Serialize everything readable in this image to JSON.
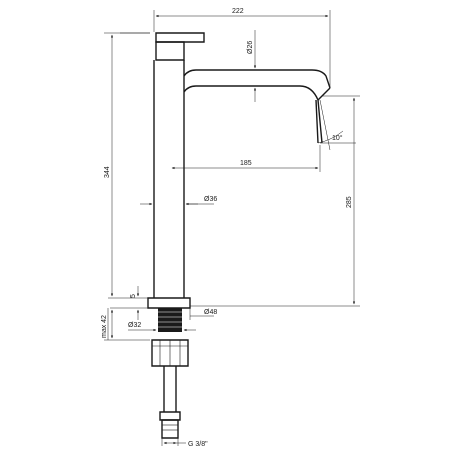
{
  "dimensions": {
    "overall_width": "222",
    "spout_diameter": "Ø26",
    "spout_angle": "10°",
    "spout_reach": "185",
    "body_diameter": "Ø36",
    "total_height": "344",
    "spout_height": "285",
    "gap": "5",
    "base_diameter": "Ø48",
    "max_thickness": "max 42",
    "shank_diameter": "Ø32",
    "hose_thread": "G 3/8\""
  }
}
